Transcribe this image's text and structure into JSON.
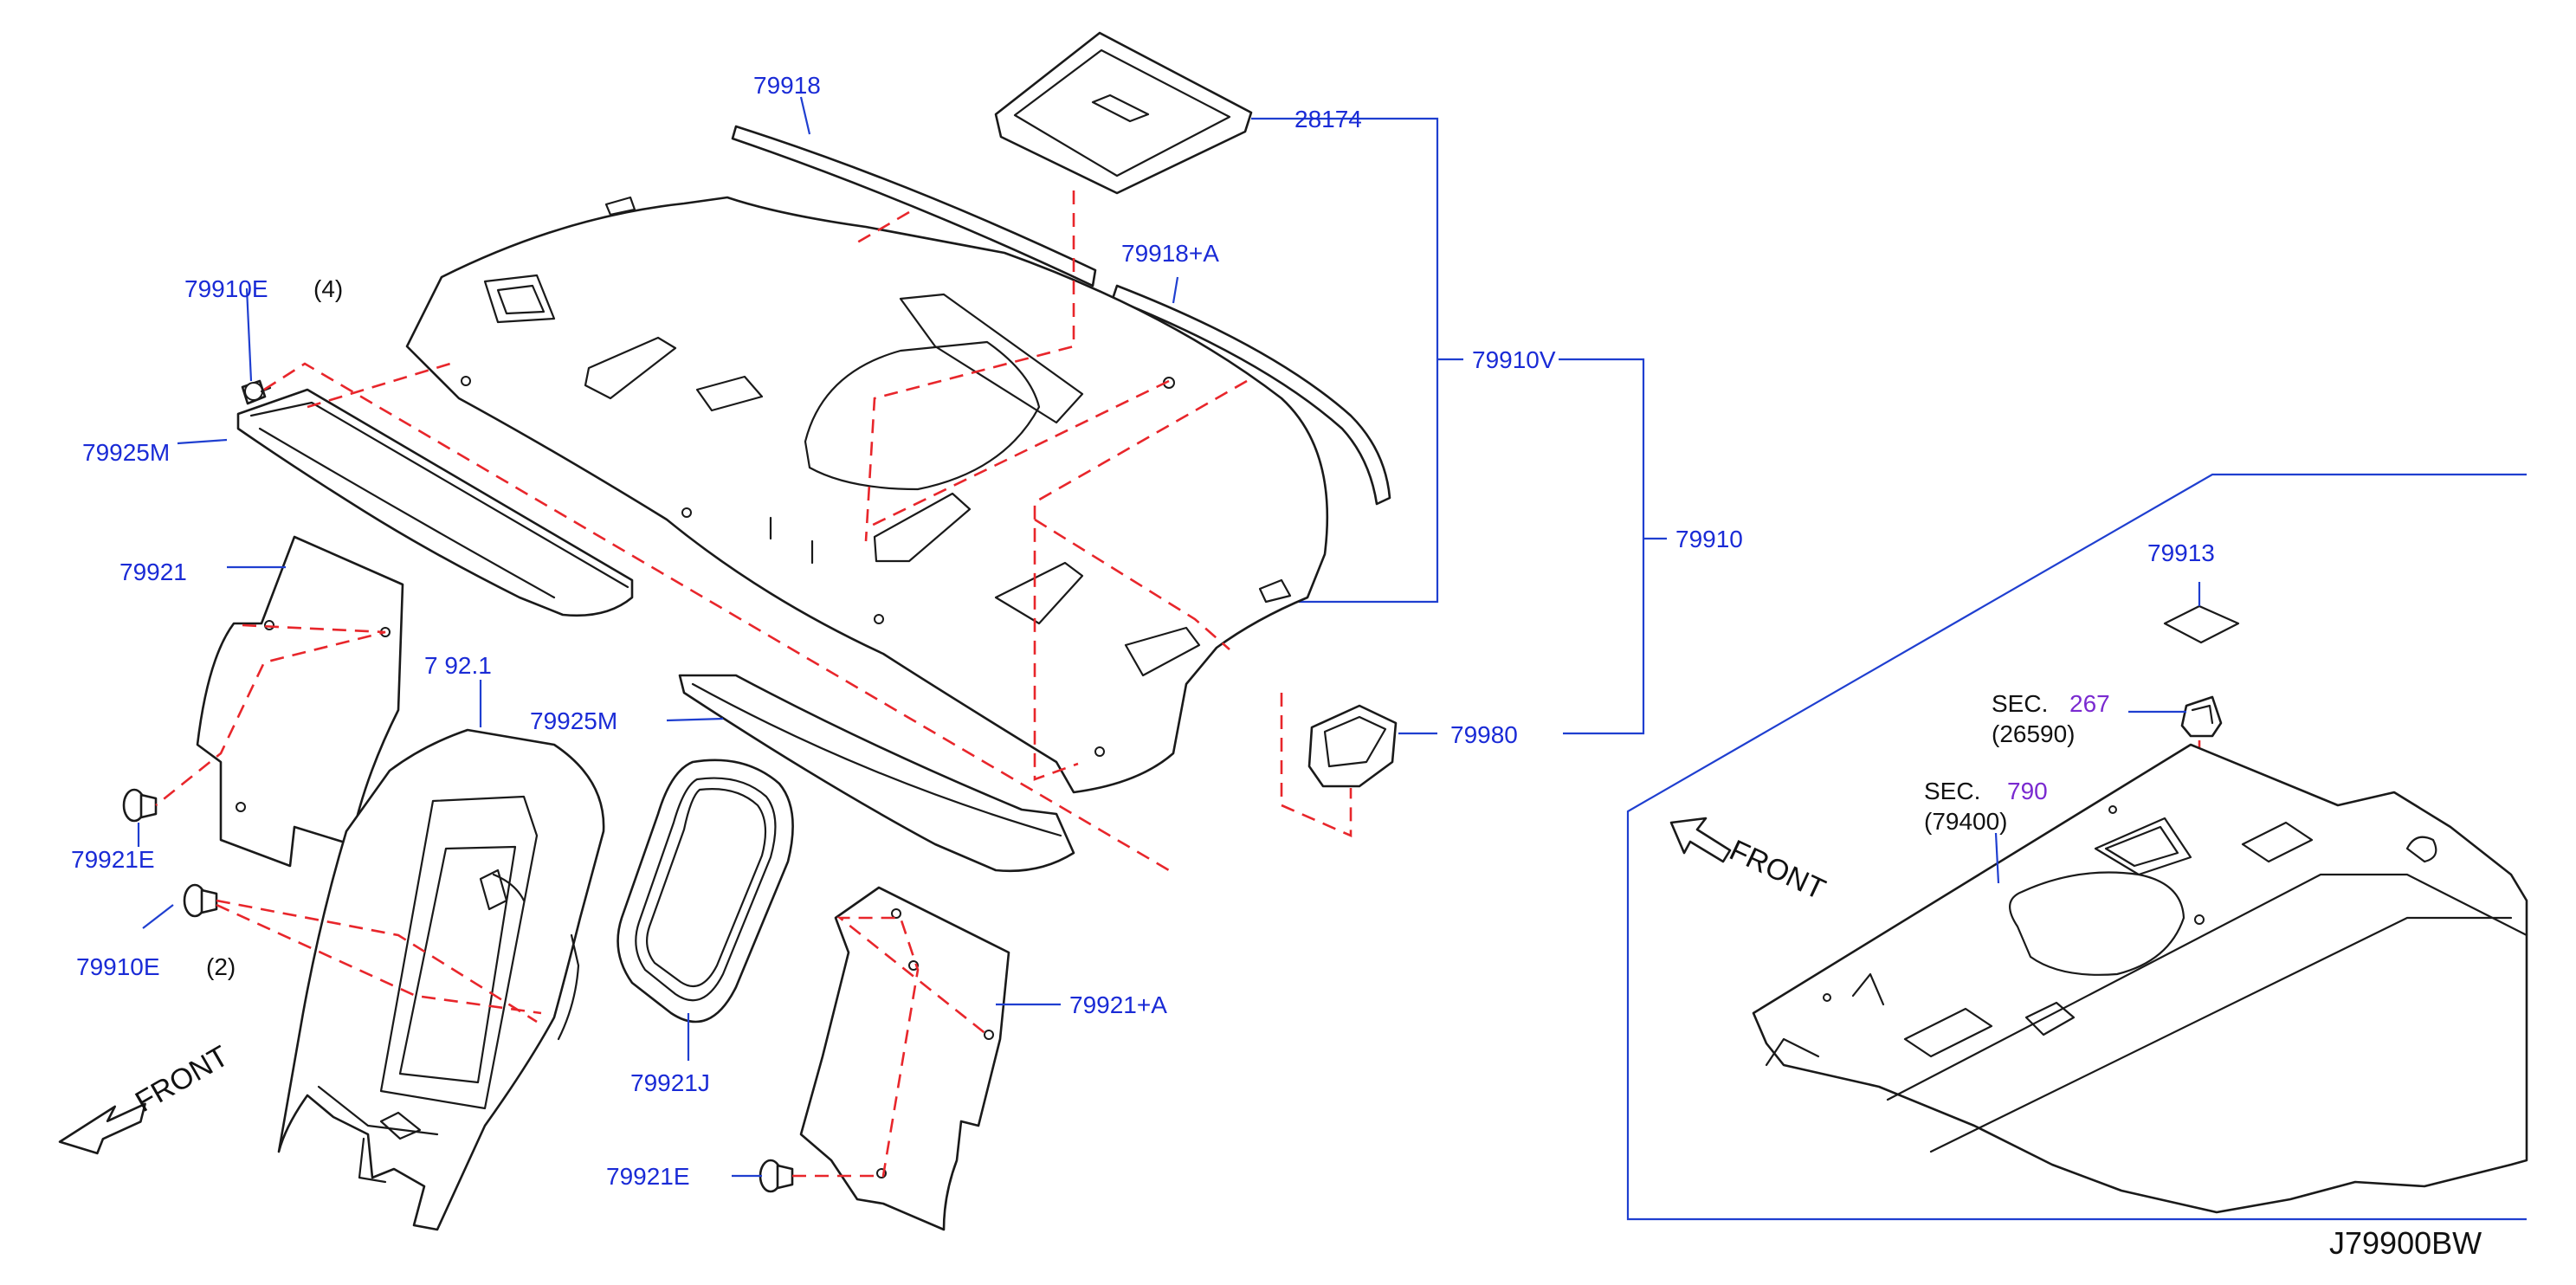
{
  "diagram_code": "J79900BW",
  "parts": {
    "p79918": "79918",
    "p28174": "28174",
    "p79918A": "79918+A",
    "p79910E_top": "79910E",
    "p79910E_top_qty": "(4)",
    "p79925M_top": "79925M",
    "p79910V": "79910V",
    "p79910": "79910",
    "p79921": "79921",
    "p79921J_obscured": "7 92.1",
    "p79925M_mid": "79925M",
    "p79980": "79980",
    "p79921E_left": "79921E",
    "p79910E_left": "79910E",
    "p79910E_left_qty": "(2)",
    "p79921J": "79921J",
    "p79921A": "79921+A",
    "p79921E_bottom": "79921E",
    "p79913": "79913"
  },
  "sections": {
    "sec_267_prefix": "SEC.",
    "sec_267_num": "267",
    "sec_267_part": "(26590)",
    "sec_790_prefix": "SEC.",
    "sec_790_num": "790",
    "sec_790_part": "(79400)"
  },
  "front_arrows": {
    "left": "FRONT",
    "right": "FRONT"
  },
  "colors": {
    "label": "#1a2bd6",
    "section_number": "#7a2ad0",
    "dashed_guide": "#e8262b",
    "leader": "#1f3fd0",
    "line_art": "#1a1a1a"
  }
}
